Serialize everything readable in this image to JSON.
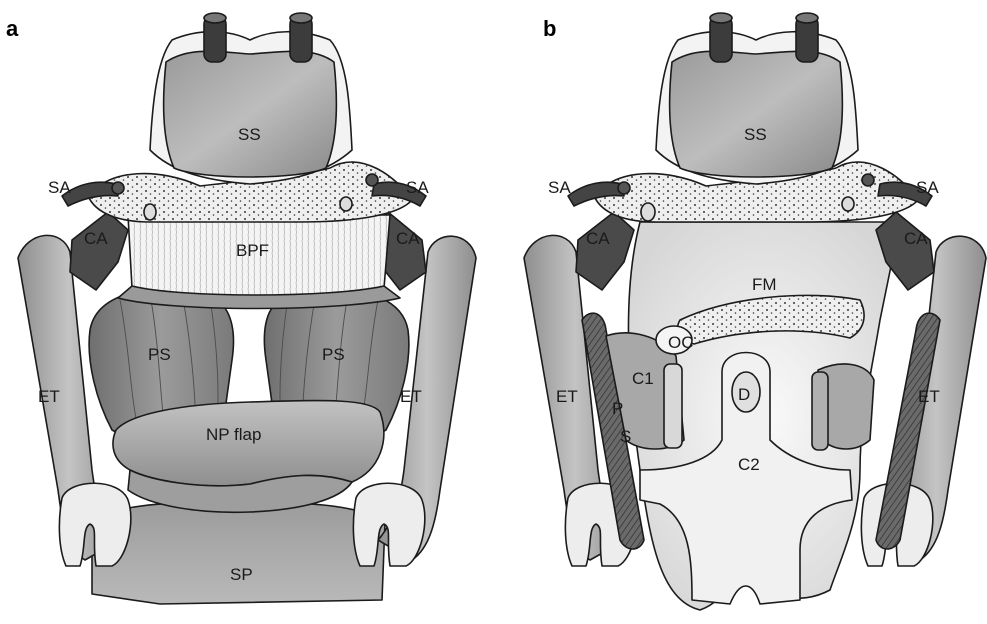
{
  "panels": [
    {
      "letter": "a",
      "labels": {
        "ss": "SS",
        "sa_left": "SA",
        "sa_right": "SA",
        "ca_left": "CA",
        "ca_right": "CA",
        "bpf": "BPF",
        "ps_left": "PS",
        "ps_right": "PS",
        "et_left": "ET",
        "et_right": "ET",
        "np_flap": "NP flap",
        "sp": "SP"
      }
    },
    {
      "letter": "b",
      "labels": {
        "ss": "SS",
        "sa_left": "SA",
        "sa_right": "SA",
        "ca_left": "CA",
        "ca_right": "CA",
        "fm": "FM",
        "oc": "OC",
        "c1": "C1",
        "ps_letters": [
          "P",
          "S"
        ],
        "d": "D",
        "c2": "C2",
        "et_left": "ET",
        "et_right": "ET"
      }
    }
  ],
  "colors": {
    "ink": "#1b1b1b",
    "dark_vessel": "#4a4a4a",
    "mid_tissue": "#8d8d8d",
    "light_tissue": "#b4b4b4",
    "bone": "#f2f2f2"
  }
}
